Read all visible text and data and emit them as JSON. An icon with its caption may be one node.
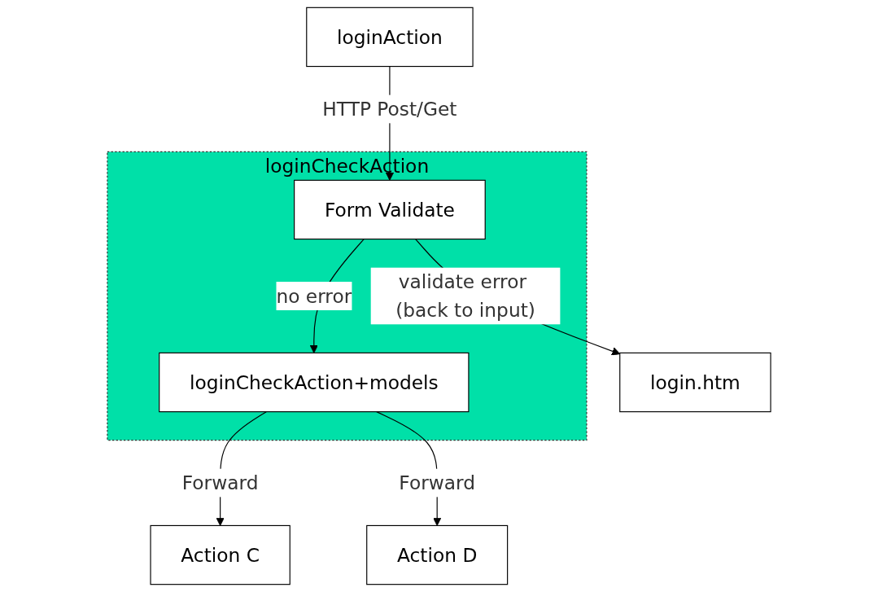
{
  "diagram": {
    "nodes": [
      {
        "text": [
          "loginAction"
        ]
      },
      {
        "text": [
          "login.htm"
        ]
      },
      {
        "text": [
          "loginCheckAction"
        ]
      },
      {
        "text": [
          "Form Validate"
        ],
        "in": 2
      },
      {
        "text": [
          "loginCheckAction+models"
        ],
        "in": 2
      },
      {
        "text": [
          "Action C"
        ]
      },
      {
        "text": [
          "Action D"
        ]
      }
    ],
    "edges": [
      {
        "from": 0,
        "to": 3,
        "arrow": "to",
        "label": "HTTP Post/Get"
      },
      {
        "from": 3,
        "to": 1,
        "arrow": "to",
        "label": "validate error (back to input)"
      },
      {
        "from": 3,
        "to": 4,
        "arrow": "to",
        "label": "no error"
      },
      {
        "from": 4,
        "to": 5,
        "arrow": "to",
        "label": "Forward"
      },
      {
        "from": 4,
        "to": 6,
        "arrow": "to",
        "label": "Forward"
      }
    ]
  }
}
